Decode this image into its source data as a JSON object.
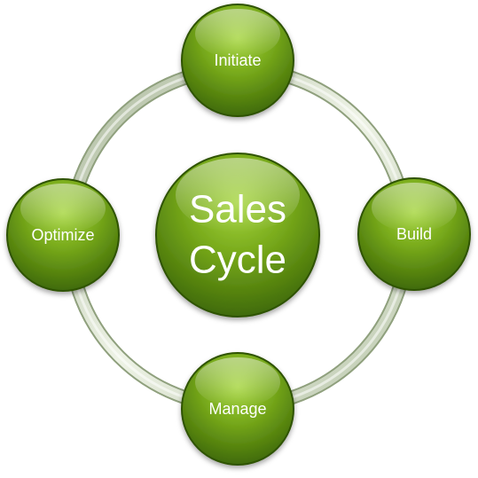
{
  "diagram": {
    "type": "cycle",
    "center": {
      "line1": "Sales",
      "line2": "Cycle"
    },
    "nodes": [
      {
        "id": "initiate",
        "label": "Initiate"
      },
      {
        "id": "build",
        "label": "Build"
      },
      {
        "id": "manage",
        "label": "Manage"
      },
      {
        "id": "optimize",
        "label": "Optimize"
      }
    ],
    "colors": {
      "node_light": "#9ccd3c",
      "node_mid": "#6a9c16",
      "node_dark": "#3f6a08",
      "ring_light": "#eef3e6",
      "ring_dark": "#a9b79a",
      "text": "#ffffff"
    }
  }
}
